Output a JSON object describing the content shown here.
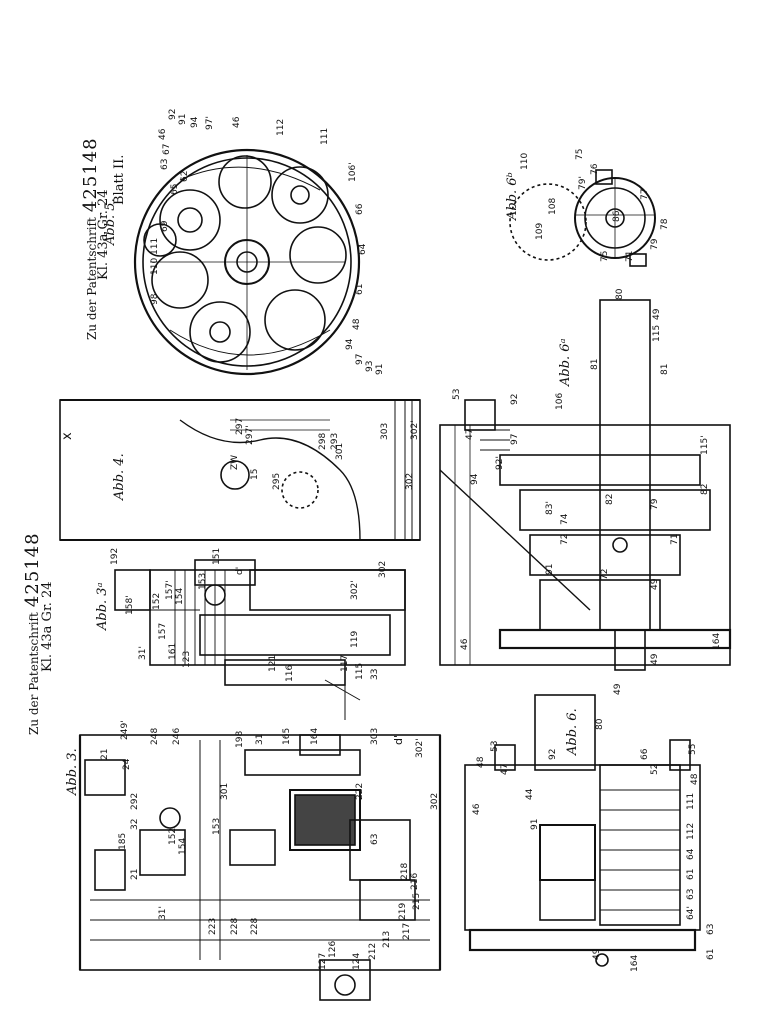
{
  "header_right": {
    "prefix": "Zu der Patentschrift",
    "number": "425148",
    "class": "Kl. 43a   Gr. 24",
    "sheet": "Blatt II."
  },
  "header_left": {
    "prefix": "Zu der Patentschrift",
    "number": "425148",
    "class": "Kl. 43a   Gr. 24"
  },
  "figures": {
    "abb3": "Abb. 3.",
    "abb3a": "Abb. 3ᵃ",
    "abb4": "Abb. 4.",
    "abb5": "Abb. 5.",
    "abb6": "Abb. 6.",
    "abb6a": "Abb. 6ᵃ",
    "abb6b": "Abb. 6ᵇ"
  },
  "numbers_abb5": [
    "46",
    "92",
    "91",
    "94",
    "97'",
    "46",
    "112",
    "111",
    "106'",
    "66",
    "64",
    "61",
    "48",
    "94",
    "97",
    "93",
    "91",
    "98",
    "110",
    "111",
    "69",
    "65",
    "62",
    "63",
    "67"
  ],
  "numbers_abb3": [
    "21",
    "24",
    "249'",
    "248",
    "246",
    "198",
    "31",
    "165",
    "164",
    "303",
    "d'",
    "302'",
    "292",
    "222",
    "302",
    "63",
    "301",
    "153",
    "152",
    "154",
    "218",
    "216",
    "215",
    "219",
    "217",
    "213",
    "212",
    "124",
    "126",
    "127",
    "228",
    "228",
    "223",
    "31'",
    "21",
    "185",
    "32"
  ],
  "numbers_abb3a": [
    "192",
    "151",
    "153",
    "157'",
    "154",
    "152",
    "158'",
    "157",
    "161",
    "123",
    "31'",
    "302",
    "302'",
    "119",
    "121",
    "116",
    "117",
    "115",
    "33",
    "d'"
  ],
  "numbers_abb4": [
    "x",
    "297",
    "297'",
    "298",
    "295",
    "293",
    "301",
    "302",
    "303",
    "302'",
    "ZW",
    "15"
  ],
  "numbers_abb6": [
    "49",
    "53",
    "48",
    "80",
    "55",
    "47",
    "92",
    "66",
    "52",
    "48",
    "111",
    "112",
    "64",
    "61",
    "63",
    "64'",
    "44",
    "91",
    "46",
    "49",
    "164",
    "63",
    "61"
  ],
  "numbers_abb6a": [
    "53",
    "92",
    "47",
    "97",
    "92'",
    "106",
    "80",
    "115",
    "49",
    "81",
    "81",
    "115'",
    "82",
    "83'",
    "74",
    "72",
    "82",
    "79",
    "71",
    "49",
    "72",
    "91",
    "94",
    "46",
    "49",
    "164"
  ],
  "numbers_abb6b": [
    "110",
    "75",
    "76",
    "77",
    "78",
    "79",
    "71",
    "75",
    "109",
    "108",
    "86",
    "79'"
  ]
}
